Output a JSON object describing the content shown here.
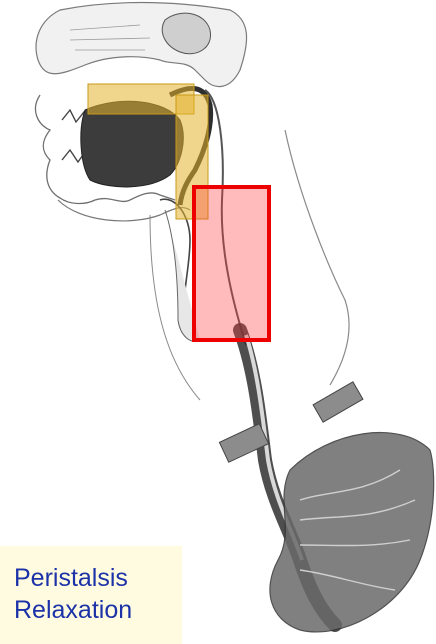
{
  "labels": {
    "line1": "Peristalsis",
    "line2": "Relaxation"
  },
  "highlights": {
    "upper": {
      "color": "#e3b530",
      "opacity": 0.55
    },
    "lower": {
      "color": "#ff3b3b",
      "fill_opacity": 0.35,
      "border": "#ee0000"
    }
  }
}
